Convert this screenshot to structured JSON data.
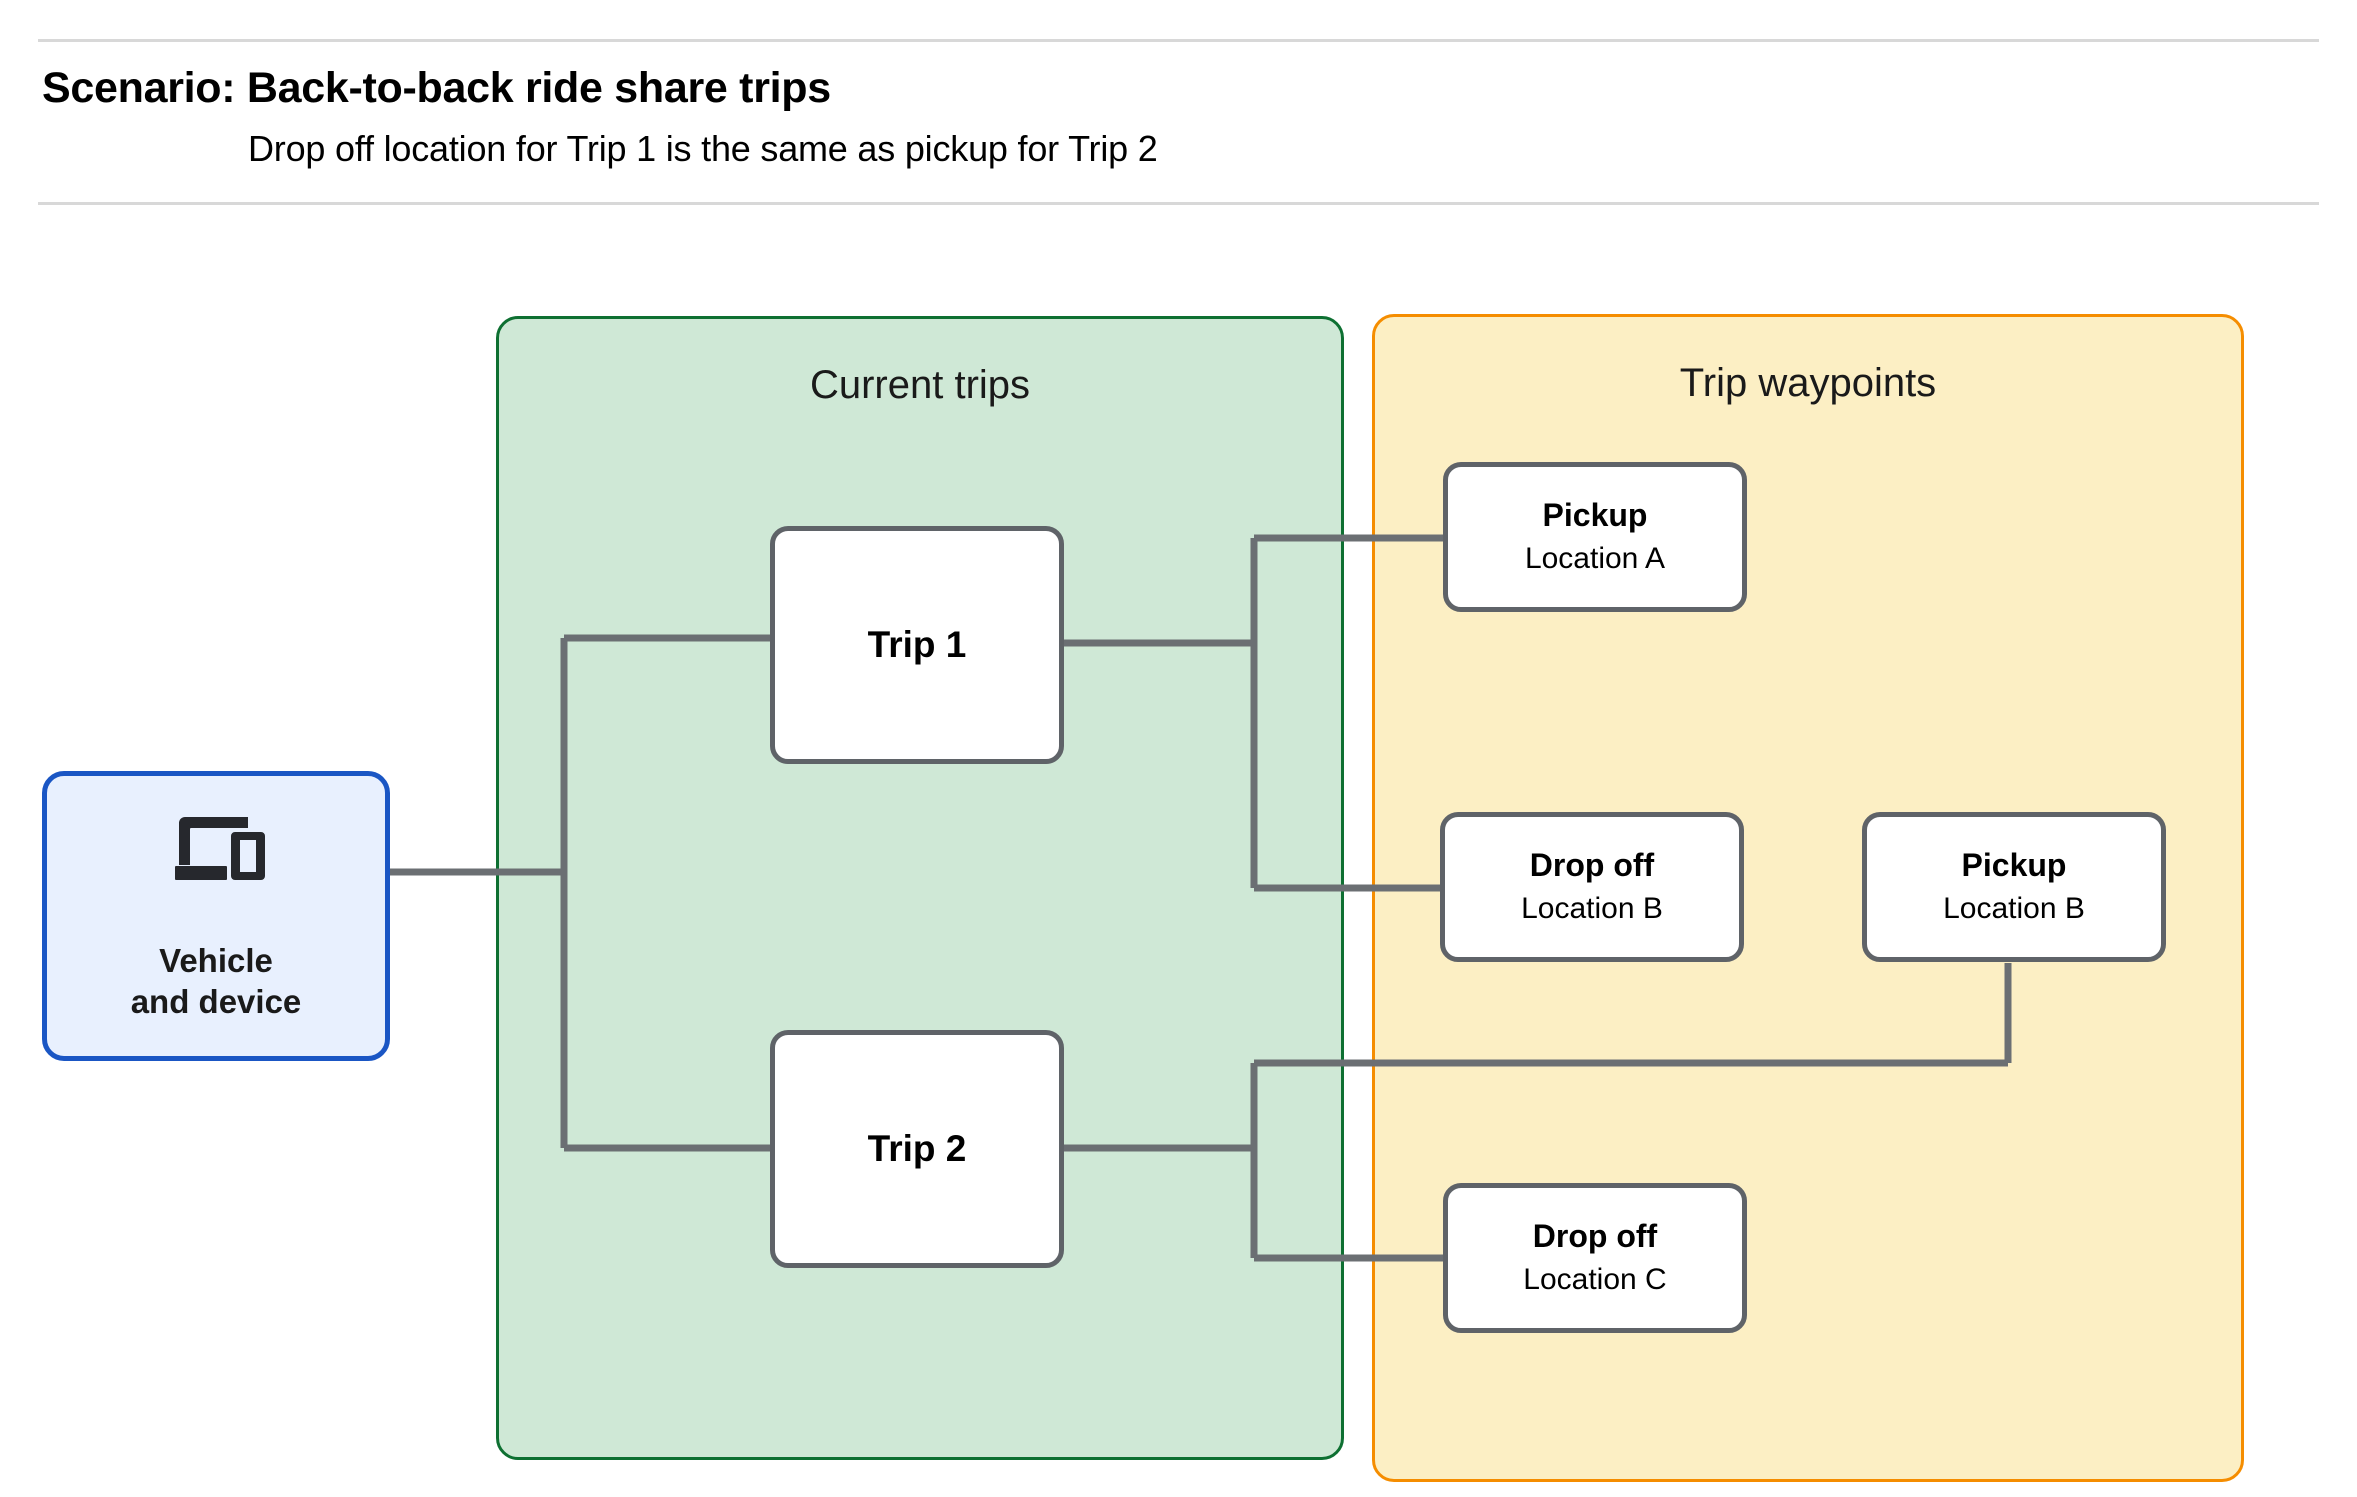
{
  "header": {
    "title": "Scenario: Back-to-back ride share trips",
    "subtitle": "Drop off  location for Trip 1 is the same as pickup for Trip 2"
  },
  "groups": {
    "current_trips": {
      "title": "Current trips",
      "fill": "#cfe8d6",
      "stroke": "#0e7032"
    },
    "trip_waypoints": {
      "title": "Trip waypoints",
      "fill": "#fcefc4",
      "stroke": "#f58d00"
    }
  },
  "nodes": {
    "vehicle": {
      "line1": "Vehicle",
      "line2": "and device",
      "icon": "devices-icon",
      "fill": "#e8f0fe",
      "stroke": "#1a56c4"
    },
    "trip1": {
      "label": "Trip 1"
    },
    "trip2": {
      "label": "Trip 2"
    },
    "pickup_a": {
      "kind": "Pickup",
      "location": "Location A"
    },
    "dropoff_b": {
      "kind": "Drop off",
      "location": "Location B"
    },
    "pickup_b": {
      "kind": "Pickup",
      "location": "Location B"
    },
    "dropoff_c": {
      "kind": "Drop off",
      "location": "Location C"
    }
  },
  "connector_color": "#6b6f73"
}
